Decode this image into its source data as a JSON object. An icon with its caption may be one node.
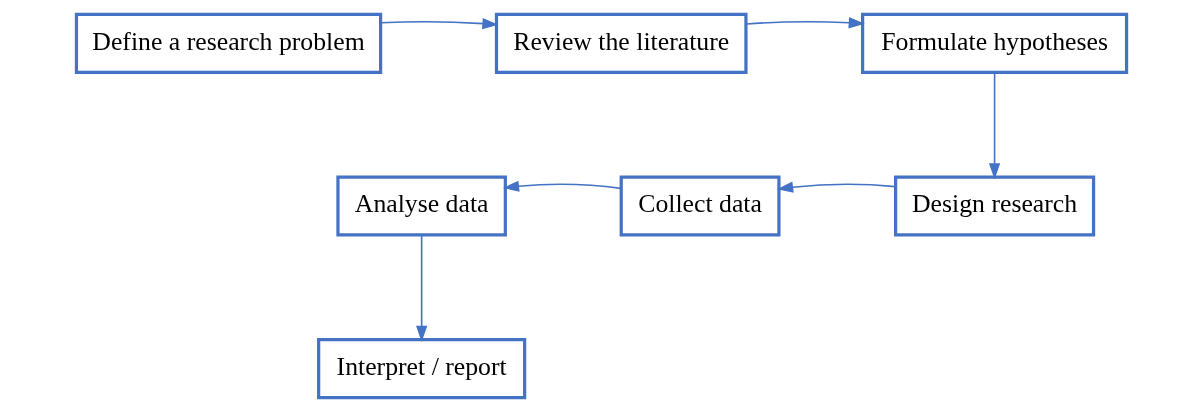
{
  "diagram": {
    "nodes": [
      {
        "text": [
          "Define a research problem"
        ]
      },
      {
        "text": [
          "Review the literature"
        ]
      },
      {
        "text": [
          "Formulate hypotheses"
        ]
      },
      {
        "text": [
          "Design research"
        ]
      },
      {
        "text": [
          "Collect data"
        ]
      },
      {
        "text": [
          "Analyse data"
        ]
      },
      {
        "text": [
          "Interpret / report"
        ]
      }
    ],
    "edges": [
      {
        "from": 0,
        "to": 1,
        "arrow": "to"
      },
      {
        "from": 1,
        "to": 2,
        "arrow": "to"
      },
      {
        "from": 2,
        "to": 3,
        "arrow": "to"
      },
      {
        "from": 3,
        "to": 4,
        "arrow": "to"
      },
      {
        "from": 4,
        "to": 5,
        "arrow": "to"
      },
      {
        "from": 5,
        "to": 6,
        "arrow": "to"
      }
    ]
  }
}
